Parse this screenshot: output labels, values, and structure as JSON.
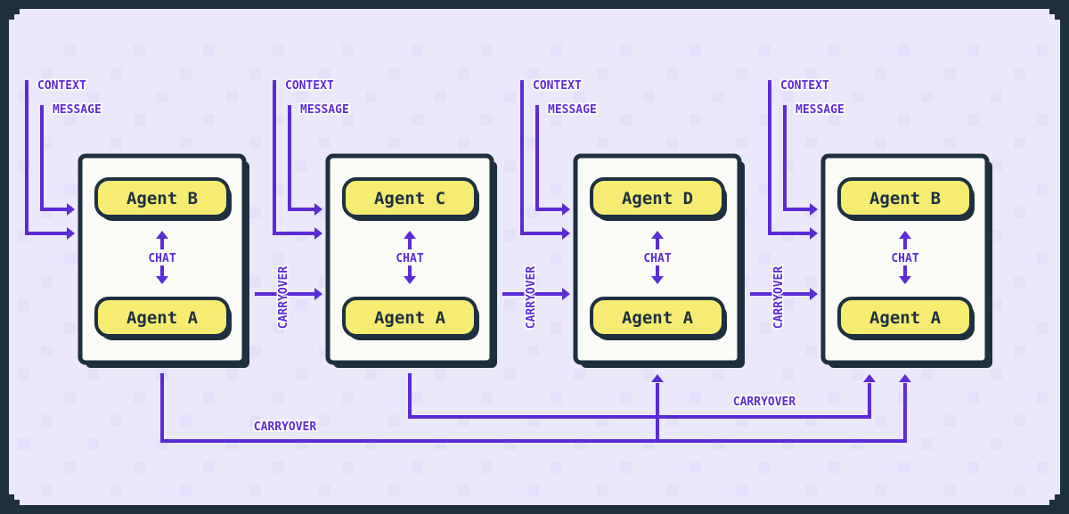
{
  "colors": {
    "background": "#ece8fb",
    "frame": "#1e3040",
    "card_fill": "#fbfcf8",
    "pill_fill": "#f6ec72",
    "accent": "#5b2bd6",
    "label_bg": "#e2dcff"
  },
  "chats": [
    {
      "inputs": {
        "context": "CONTEXT",
        "message": "MESSAGE"
      },
      "agent_top": "Agent B",
      "agent_bottom": "Agent A",
      "link_label": "CHAT"
    },
    {
      "inputs": {
        "context": "CONTEXT",
        "message": "MESSAGE"
      },
      "agent_top": "Agent C",
      "agent_bottom": "Agent A",
      "link_label": "CHAT"
    },
    {
      "inputs": {
        "context": "CONTEXT",
        "message": "MESSAGE"
      },
      "agent_top": "Agent D",
      "agent_bottom": "Agent A",
      "link_label": "CHAT"
    },
    {
      "inputs": {
        "context": "CONTEXT",
        "message": "MESSAGE"
      },
      "agent_top": "Agent B",
      "agent_bottom": "Agent A",
      "link_label": "CHAT"
    }
  ],
  "carryover_between": [
    "CARRYOVER",
    "CARRYOVER",
    "CARRYOVER"
  ],
  "carryover_bottom_outer": "CARRYOVER",
  "carryover_bottom_inner": "CARRYOVER"
}
